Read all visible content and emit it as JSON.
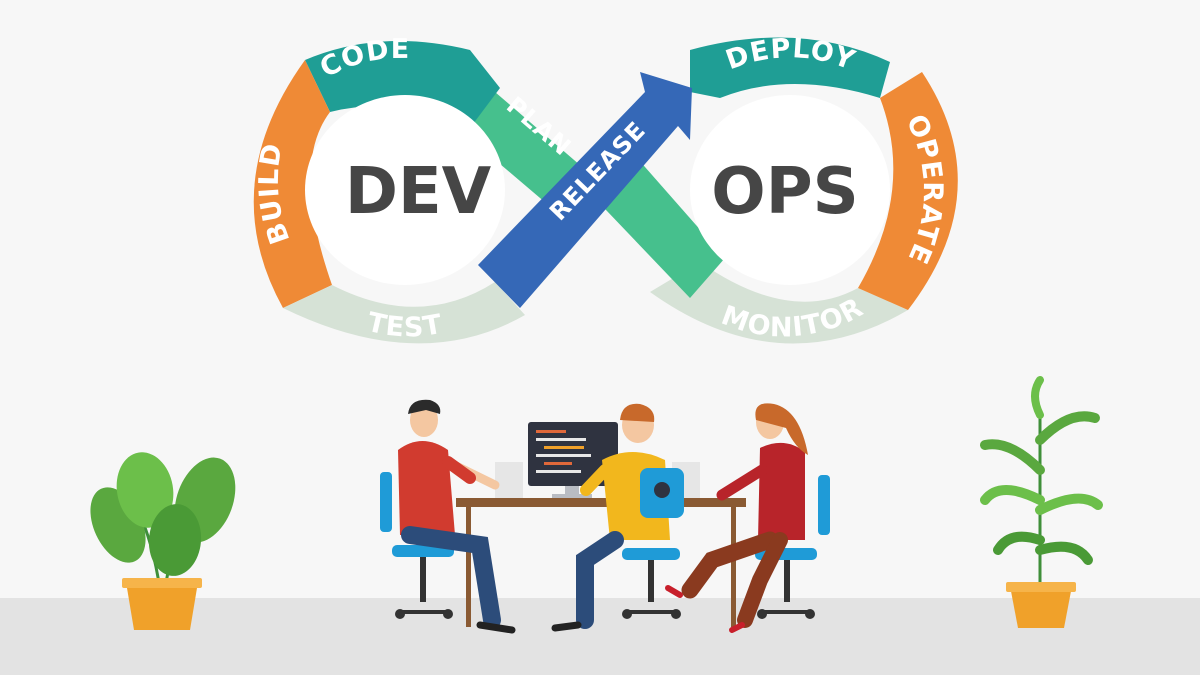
{
  "diagram": {
    "left_word": "DEV",
    "right_word": "OPS",
    "stages": {
      "code": "CODE",
      "plan": "PLAN",
      "build": "BUILD",
      "test": "TEST",
      "release": "RELEASE",
      "deploy": "DEPLOY",
      "operate": "OPERATE",
      "monitor": "MONITOR"
    }
  },
  "colors": {
    "teal": "#1f9e95",
    "green": "#46c08d",
    "orange": "#ef8a36",
    "grey": "#d6e2d6",
    "blue": "#3568b7",
    "text_dark": "#464646",
    "floor": "#e3e3e3"
  },
  "illustration": {
    "people": [
      "man-red-shirt",
      "person-yellow-shirt",
      "woman-red-jacket"
    ],
    "plants": [
      "monstera-plant",
      "palm-plant"
    ]
  }
}
